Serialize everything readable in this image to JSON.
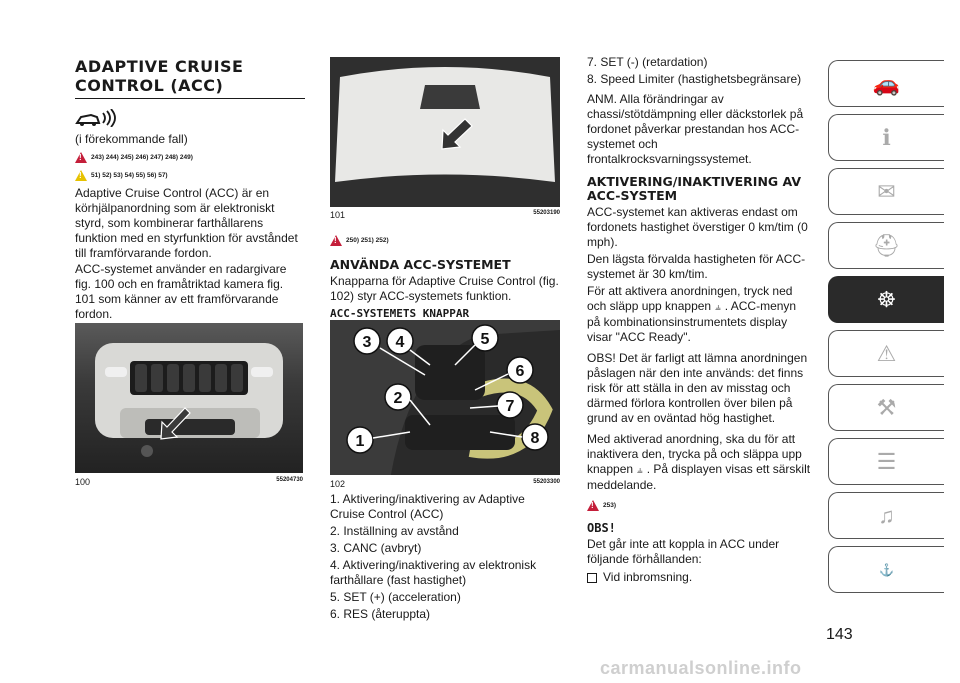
{
  "col1": {
    "title_line1": "ADAPTIVE CRUISE",
    "title_line2": "CONTROL (ACC)",
    "availability": "(i förekommande fall)",
    "refs_a": "243) 244) 245) 246) 247) 248) 249)",
    "refs_b": "51) 52) 53) 54) 55) 56) 57)",
    "para1": "Adaptive Cruise Control (ACC) är en körhjälpanordning som är elektroniskt styrd, som kombinerar farthållarens funktion med en styrfunktion för avståndet till framförvarande fordon.",
    "para2": "ACC-systemet använder en radargivare fig. 100 och en framåtriktad kamera fig. 101 som känner av ett framförvarande fordon.",
    "fig_num": "100",
    "fig_code": "55204730"
  },
  "col2": {
    "fig_num": "101",
    "fig_code": "55203190",
    "refs": "250) 251) 252)",
    "section_title": "ANVÄNDA ACC-SYSTEMET",
    "para1": "Knapparna för Adaptive Cruise Control (fig. 102) styr ACC-systemets funktion.",
    "sub_title": "ACC-SYSTEMETS KNAPPAR",
    "fig2_num": "102",
    "fig2_code": "55203300",
    "callouts": [
      "1",
      "2",
      "3",
      "4",
      "5",
      "6",
      "7",
      "8"
    ],
    "list": [
      "1. Aktivering/inaktivering av Adaptive Cruise Control (ACC)",
      "2. Inställning av avstånd",
      "3. CANC (avbryt)",
      "4. Aktivering/inaktivering av elektronisk farthållare (fast hastighet)",
      "5. SET (+) (acceleration)",
      "6. RES (återuppta)"
    ]
  },
  "col3": {
    "list": [
      "7. SET (-) (retardation)",
      "8. Speed Limiter (hastighetsbegränsare)"
    ],
    "note": "ANM. Alla förändringar av chassi/stötdämpning eller däckstorlek på fordonet påverkar prestandan hos ACC-systemet och frontalkrocksvarningssystemet.",
    "section_title": "AKTIVERING/INAKTIVERING AV ACC-SYSTEM",
    "para1": "ACC-systemet kan aktiveras endast om fordonets hastighet överstiger 0 km/tim (0 mph).",
    "para2": "Den lägsta förvalda hastigheten för ACC-systemet är 30 km/tim.",
    "para3a": "För att aktivera anordningen, tryck ned och släpp upp knappen",
    "para3b": ". ACC-menyn på kombinationsinstrumentets display visar \"ACC Ready\".",
    "para4": "OBS! Det är farligt att lämna anordningen påslagen när den inte används: det finns risk för att ställa in den av misstag och därmed förlora kontrollen över bilen på grund av en oväntad hög hastighet.",
    "para5a": "Med aktiverad anordning, ska du för att inaktivera den, trycka på och släppa upp knappen",
    "para5b": ". På displayen visas ett särskilt meddelande.",
    "refs": "253)",
    "obs": "OBS!",
    "para6": "Det går inte att koppla in ACC under följande förhållanden:",
    "bullet1": "Vid inbromsning."
  },
  "page_number": "143",
  "watermark": "carmanualsonline.info",
  "tabs": [
    "car-dashboard-icon",
    "car-info-icon",
    "lights-mail-icon",
    "seatbelt-airbag-icon",
    "key-steering-icon",
    "car-crash-icon",
    "car-service-icon",
    "specs-list-icon",
    "multimedia-icon",
    "index-alphabet-icon"
  ],
  "colors": {
    "warning_red": "#c41e3a",
    "warning_yellow": "#e6c200",
    "active_tab": "#2a2a2a"
  }
}
